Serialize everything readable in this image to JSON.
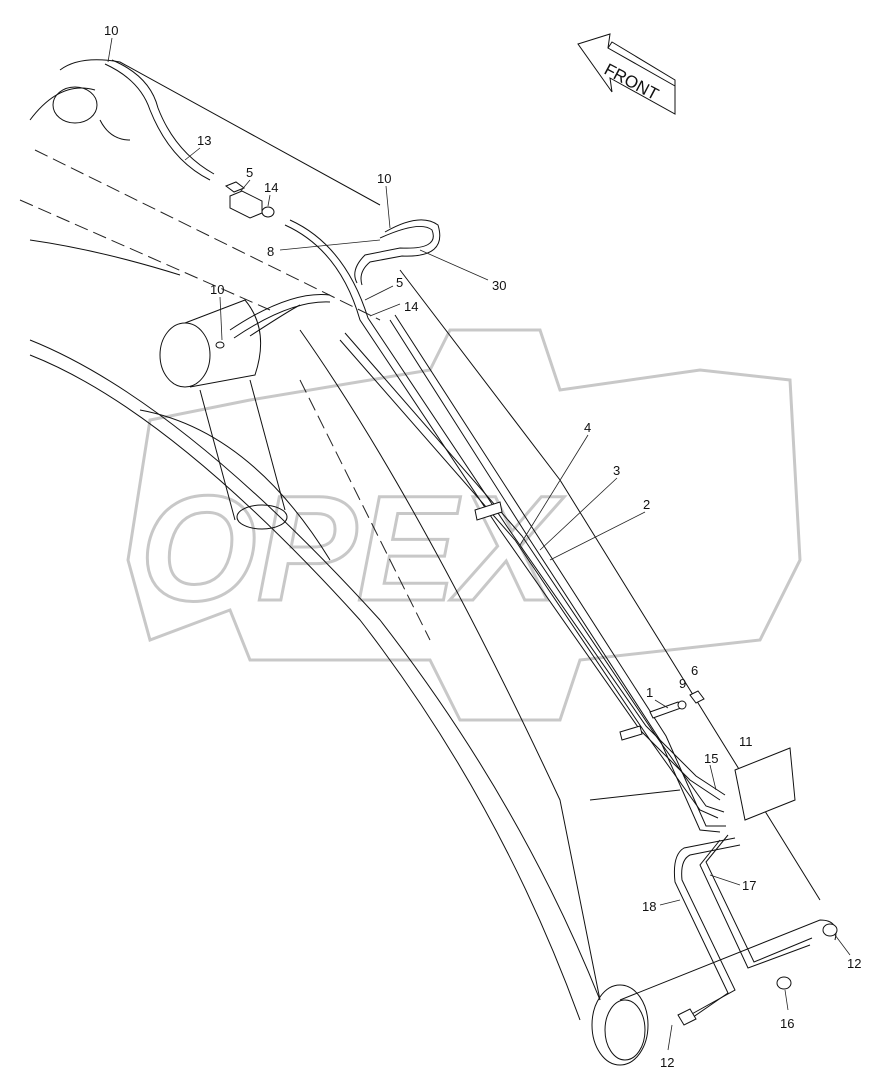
{
  "diagram": {
    "front_label": "FRONT",
    "watermark": "OPEX",
    "callouts": [
      "10",
      "13",
      "5",
      "14",
      "10",
      "8",
      "30",
      "5",
      "14",
      "10",
      "4",
      "3",
      "2",
      "6",
      "9",
      "1",
      "11",
      "15",
      "17",
      "18",
      "12",
      "16",
      "12"
    ]
  }
}
